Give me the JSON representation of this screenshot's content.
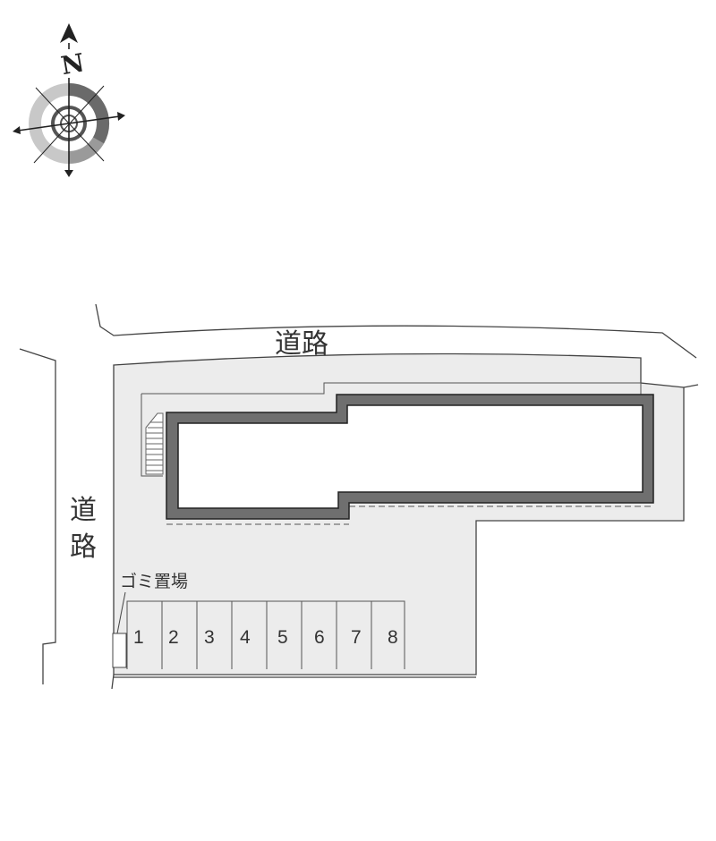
{
  "compass": {
    "north_label": "N",
    "icon": "compass-rose-icon"
  },
  "roads": {
    "top_label": "道路",
    "left_label_chars": [
      "道",
      "路"
    ]
  },
  "garbage": {
    "label": "ゴミ置場"
  },
  "parking": {
    "spaces": [
      "1",
      "2",
      "3",
      "4",
      "5",
      "6",
      "7",
      "8"
    ]
  },
  "colors": {
    "lot_fill": "#ececec",
    "building_wall": "#6f6f6f",
    "line": "#444444",
    "ring_light": "#c8c8c8",
    "ring_dark": "#6a6a6a"
  }
}
